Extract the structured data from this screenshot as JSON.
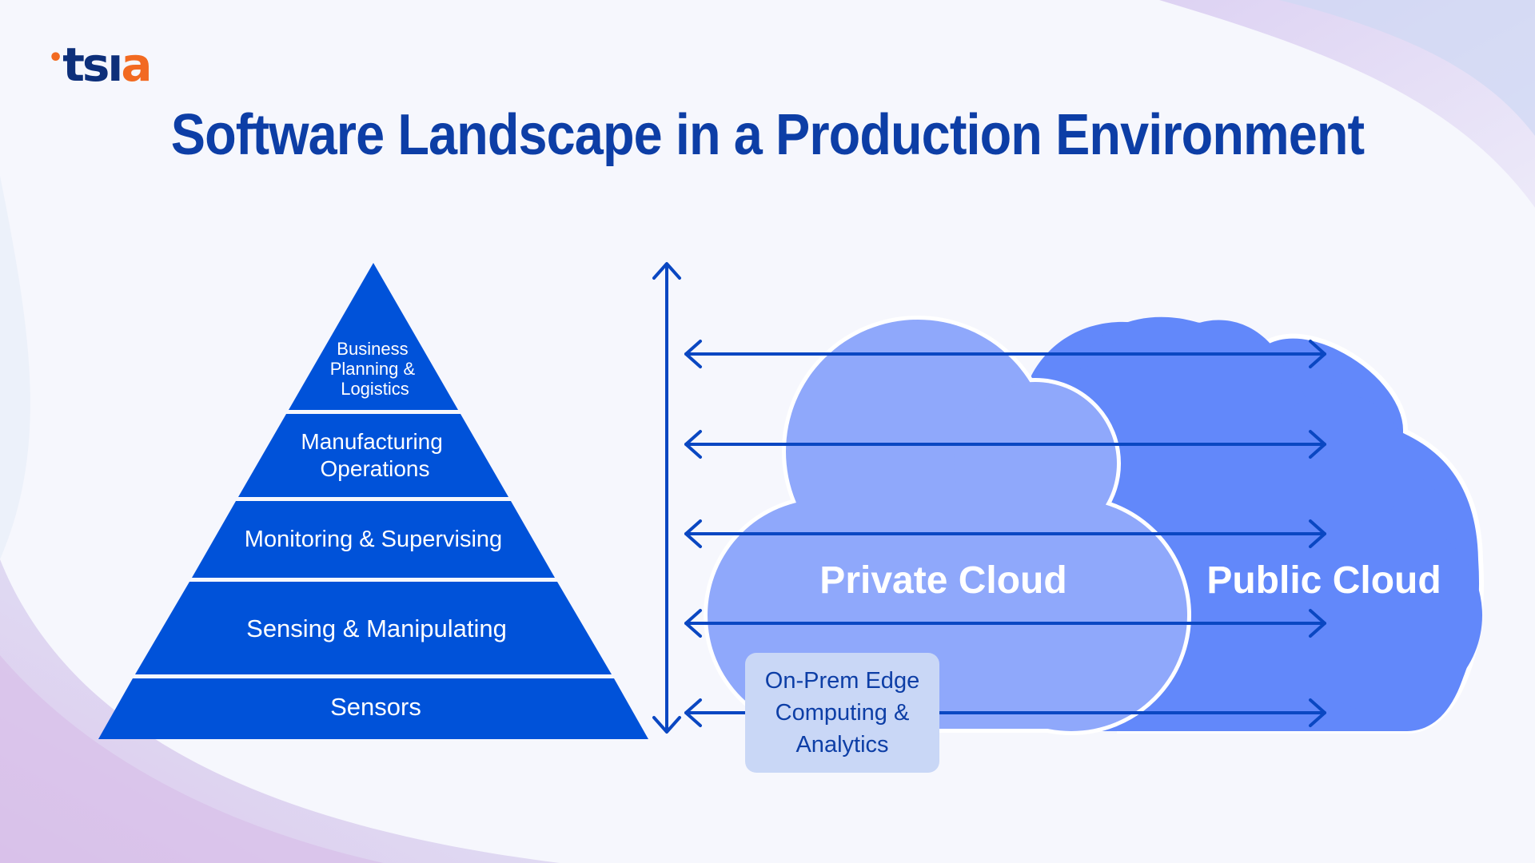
{
  "logo": {
    "text": "tsia",
    "colors": {
      "dark": "#0d2f7a",
      "accent": "#f26a21"
    }
  },
  "title": "Software Landscape in a Production Environment",
  "pyramid": {
    "levels": [
      {
        "label": "Business\nPlanning &\nLogistics"
      },
      {
        "label": "Manufacturing\nOperations"
      },
      {
        "label": "Monitoring & Supervising"
      },
      {
        "label": "Sensing & Manipulating"
      },
      {
        "label": "Sensors"
      }
    ]
  },
  "clouds": {
    "private": {
      "label": "Private Cloud"
    },
    "public": {
      "label": "Public Cloud"
    }
  },
  "edge_box": {
    "label": "On-Prem Edge\nComputing &\nAnalytics"
  },
  "colors": {
    "pyramid": "#0052d9",
    "arrow": "#0a47c2",
    "private_cloud": "#8fa8fb",
    "public_cloud": "#6288fa",
    "edge_box": "#c9d7f6",
    "title": "#0d3ea6"
  }
}
